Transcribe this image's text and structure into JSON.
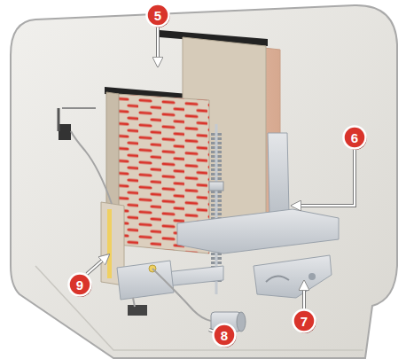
{
  "diagram": {
    "nodes": [
      {
        "text": [
          "5"
        ]
      },
      {
        "text": [
          "6"
        ]
      },
      {
        "text": [
          "9"
        ]
      },
      {
        "text": [
          "7"
        ]
      },
      {
        "text": [
          "8"
        ]
      }
    ]
  }
}
